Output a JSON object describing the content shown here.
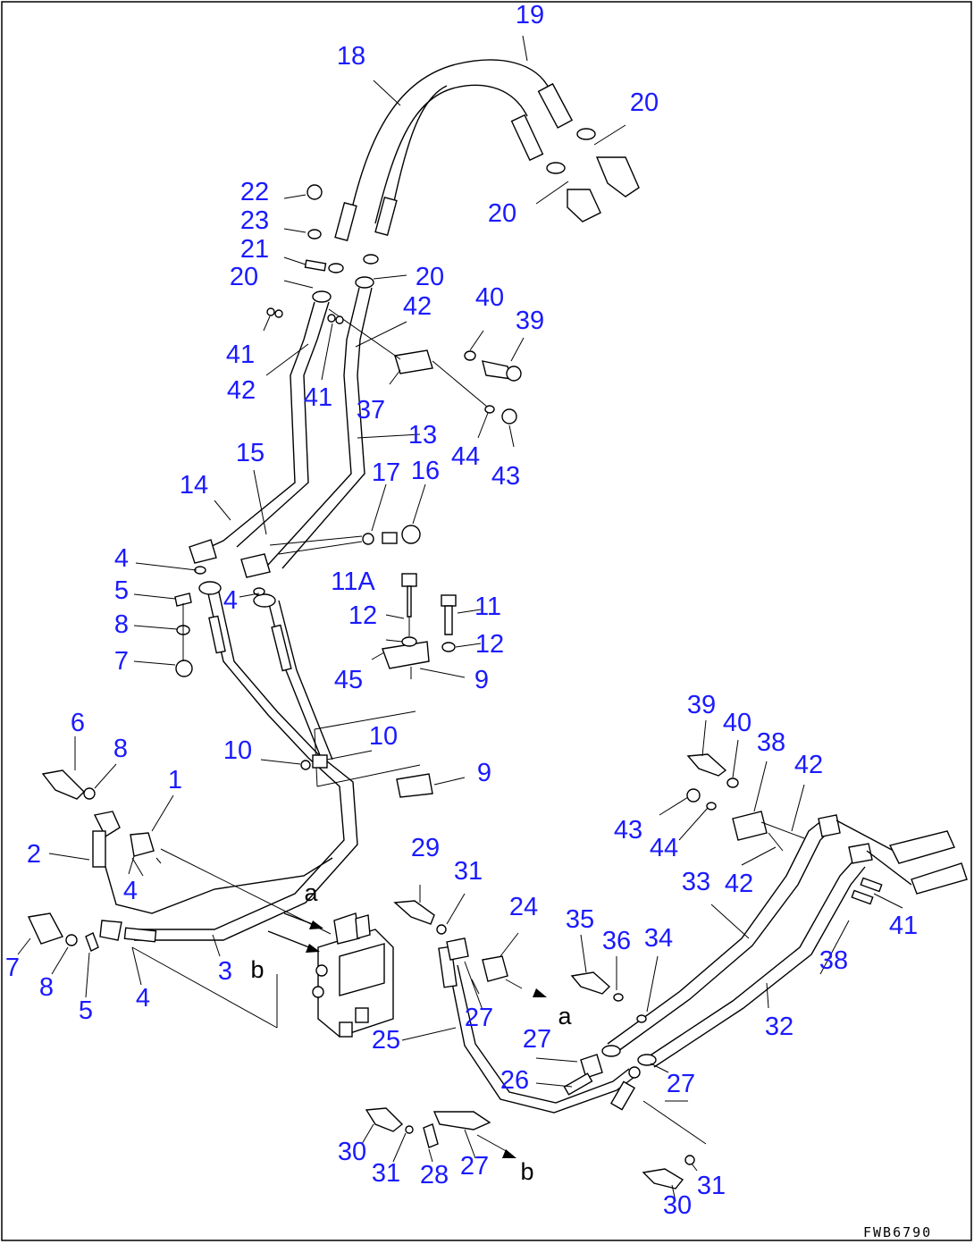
{
  "diagram": {
    "drawing_code": "FWB6790",
    "view_arrows": [
      "a",
      "b",
      "a",
      "b"
    ],
    "callouts": [
      "19",
      "18",
      "20",
      "20",
      "22",
      "23",
      "21",
      "20",
      "20",
      "42",
      "40",
      "39",
      "41",
      "42",
      "41",
      "37",
      "13",
      "44",
      "43",
      "15",
      "14",
      "17",
      "16",
      "4",
      "5",
      "4",
      "8",
      "7",
      "11A",
      "11",
      "12",
      "12",
      "45",
      "9",
      "10",
      "10",
      "6",
      "8",
      "9",
      "1",
      "2",
      "4",
      "39",
      "40",
      "38",
      "42",
      "43",
      "44",
      "42",
      "33",
      "41",
      "38",
      "29",
      "31",
      "24",
      "35",
      "36",
      "34",
      "7",
      "8",
      "5",
      "4",
      "3",
      "27",
      "25",
      "27",
      "26",
      "32",
      "27",
      "30",
      "31",
      "28",
      "27",
      "31",
      "30"
    ]
  }
}
